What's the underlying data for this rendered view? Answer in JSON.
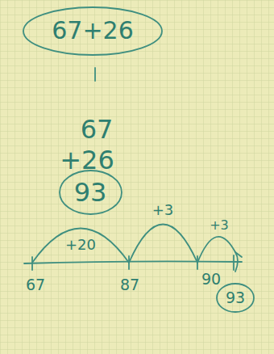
{
  "diagram": {
    "nodes": [
      {
        "text": [
          "67+26"
        ]
      },
      {
        "text": [
          "93"
        ]
      },
      {
        "text": [
          "93"
        ]
      }
    ],
    "labels": [
      "67",
      "+26",
      "+20",
      "+3",
      "+3",
      "67",
      "87",
      "90"
    ]
  }
}
